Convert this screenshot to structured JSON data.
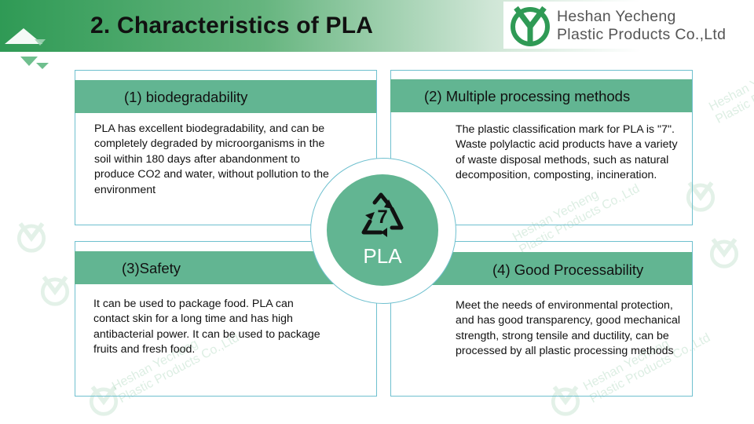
{
  "slide": {
    "title": "2. Characteristics of PLA"
  },
  "company": {
    "name_line1": "Heshan Yecheng",
    "name_line2": "Plastic Products Co.,Ltd"
  },
  "watermark": {
    "line1": "Heshan Yecheng",
    "line2": "Plastic Products Co.,Ltd"
  },
  "center": {
    "label": "PLA",
    "recycle_code": "7"
  },
  "sections": [
    {
      "heading": "(1) biodegradability",
      "body": "PLA has excellent biodegradability, and can be completely degraded by microorganisms in the soil within 180 days after abandonment to produce CO2 and water, without pollution to the environment"
    },
    {
      "heading": "(2) Multiple processing methods",
      "body": "The plastic classification mark for PLA is \"7\". Waste polylactic acid products have a variety of waste disposal methods, such as natural decomposition, composting, incineration."
    },
    {
      "heading": "(3)Safety",
      "body": "It can be used to package food. PLA can contact skin for a long time and has high antibacterial power. It can be used to package fruits and fresh food."
    },
    {
      "heading": "(4) Good Processability",
      "body": "Meet the needs of environmental protection, and has good transparency, good mechanical strength, strong tensile and ductility, can be processed by all plastic processing methods"
    }
  ],
  "colors": {
    "header_green": "#2f9a55",
    "band_green": "#62b592",
    "border_cyan": "#6fc0cf"
  },
  "icons": [
    "triangle-decoration-icon",
    "company-logo-icon",
    "recycle-icon"
  ]
}
